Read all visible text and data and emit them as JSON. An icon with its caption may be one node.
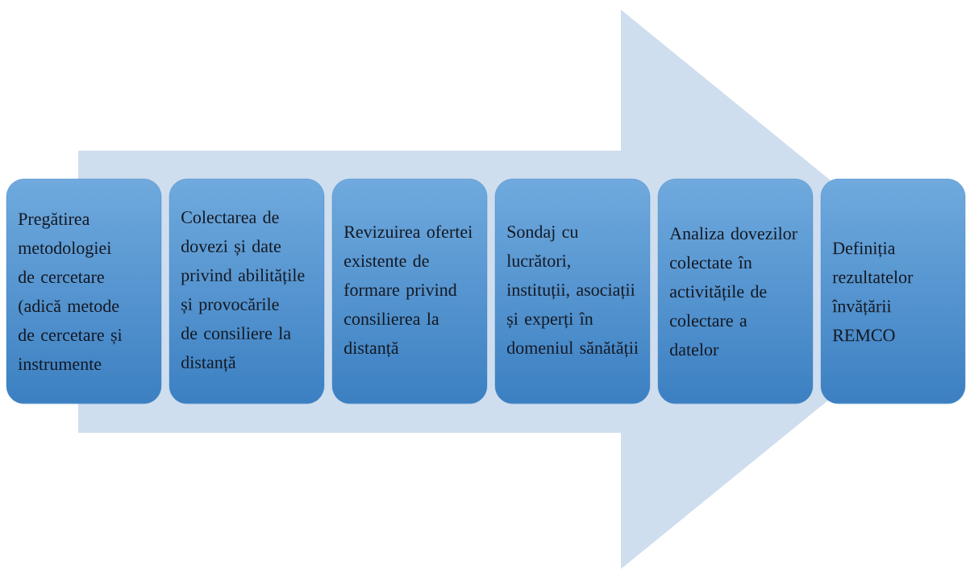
{
  "diagram": {
    "nodes": [
      {
        "text": [
          "Pregătirea metodologiei de cercetare (adică metode de cercetare și instrumente"
        ]
      },
      {
        "text": [
          "Colectarea de dovezi și date privind abilitățile și provocările de consiliere la distanță"
        ]
      },
      {
        "text": [
          "Revizuirea ofertei existente de formare privind consilierea la distanță"
        ]
      },
      {
        "text": [
          "Sondaj cu lucrători, instituții, asociații și experți în domeniul sănătății"
        ]
      },
      {
        "text": [
          "Analiza dovezilor colectate în activitățile de colectare a datelor"
        ]
      },
      {
        "text": [
          "Definiția rezultatelor învățării REMCO"
        ]
      }
    ],
    "edges": [
      {
        "from": 0,
        "to": 5,
        "arrow": "to"
      }
    ]
  }
}
